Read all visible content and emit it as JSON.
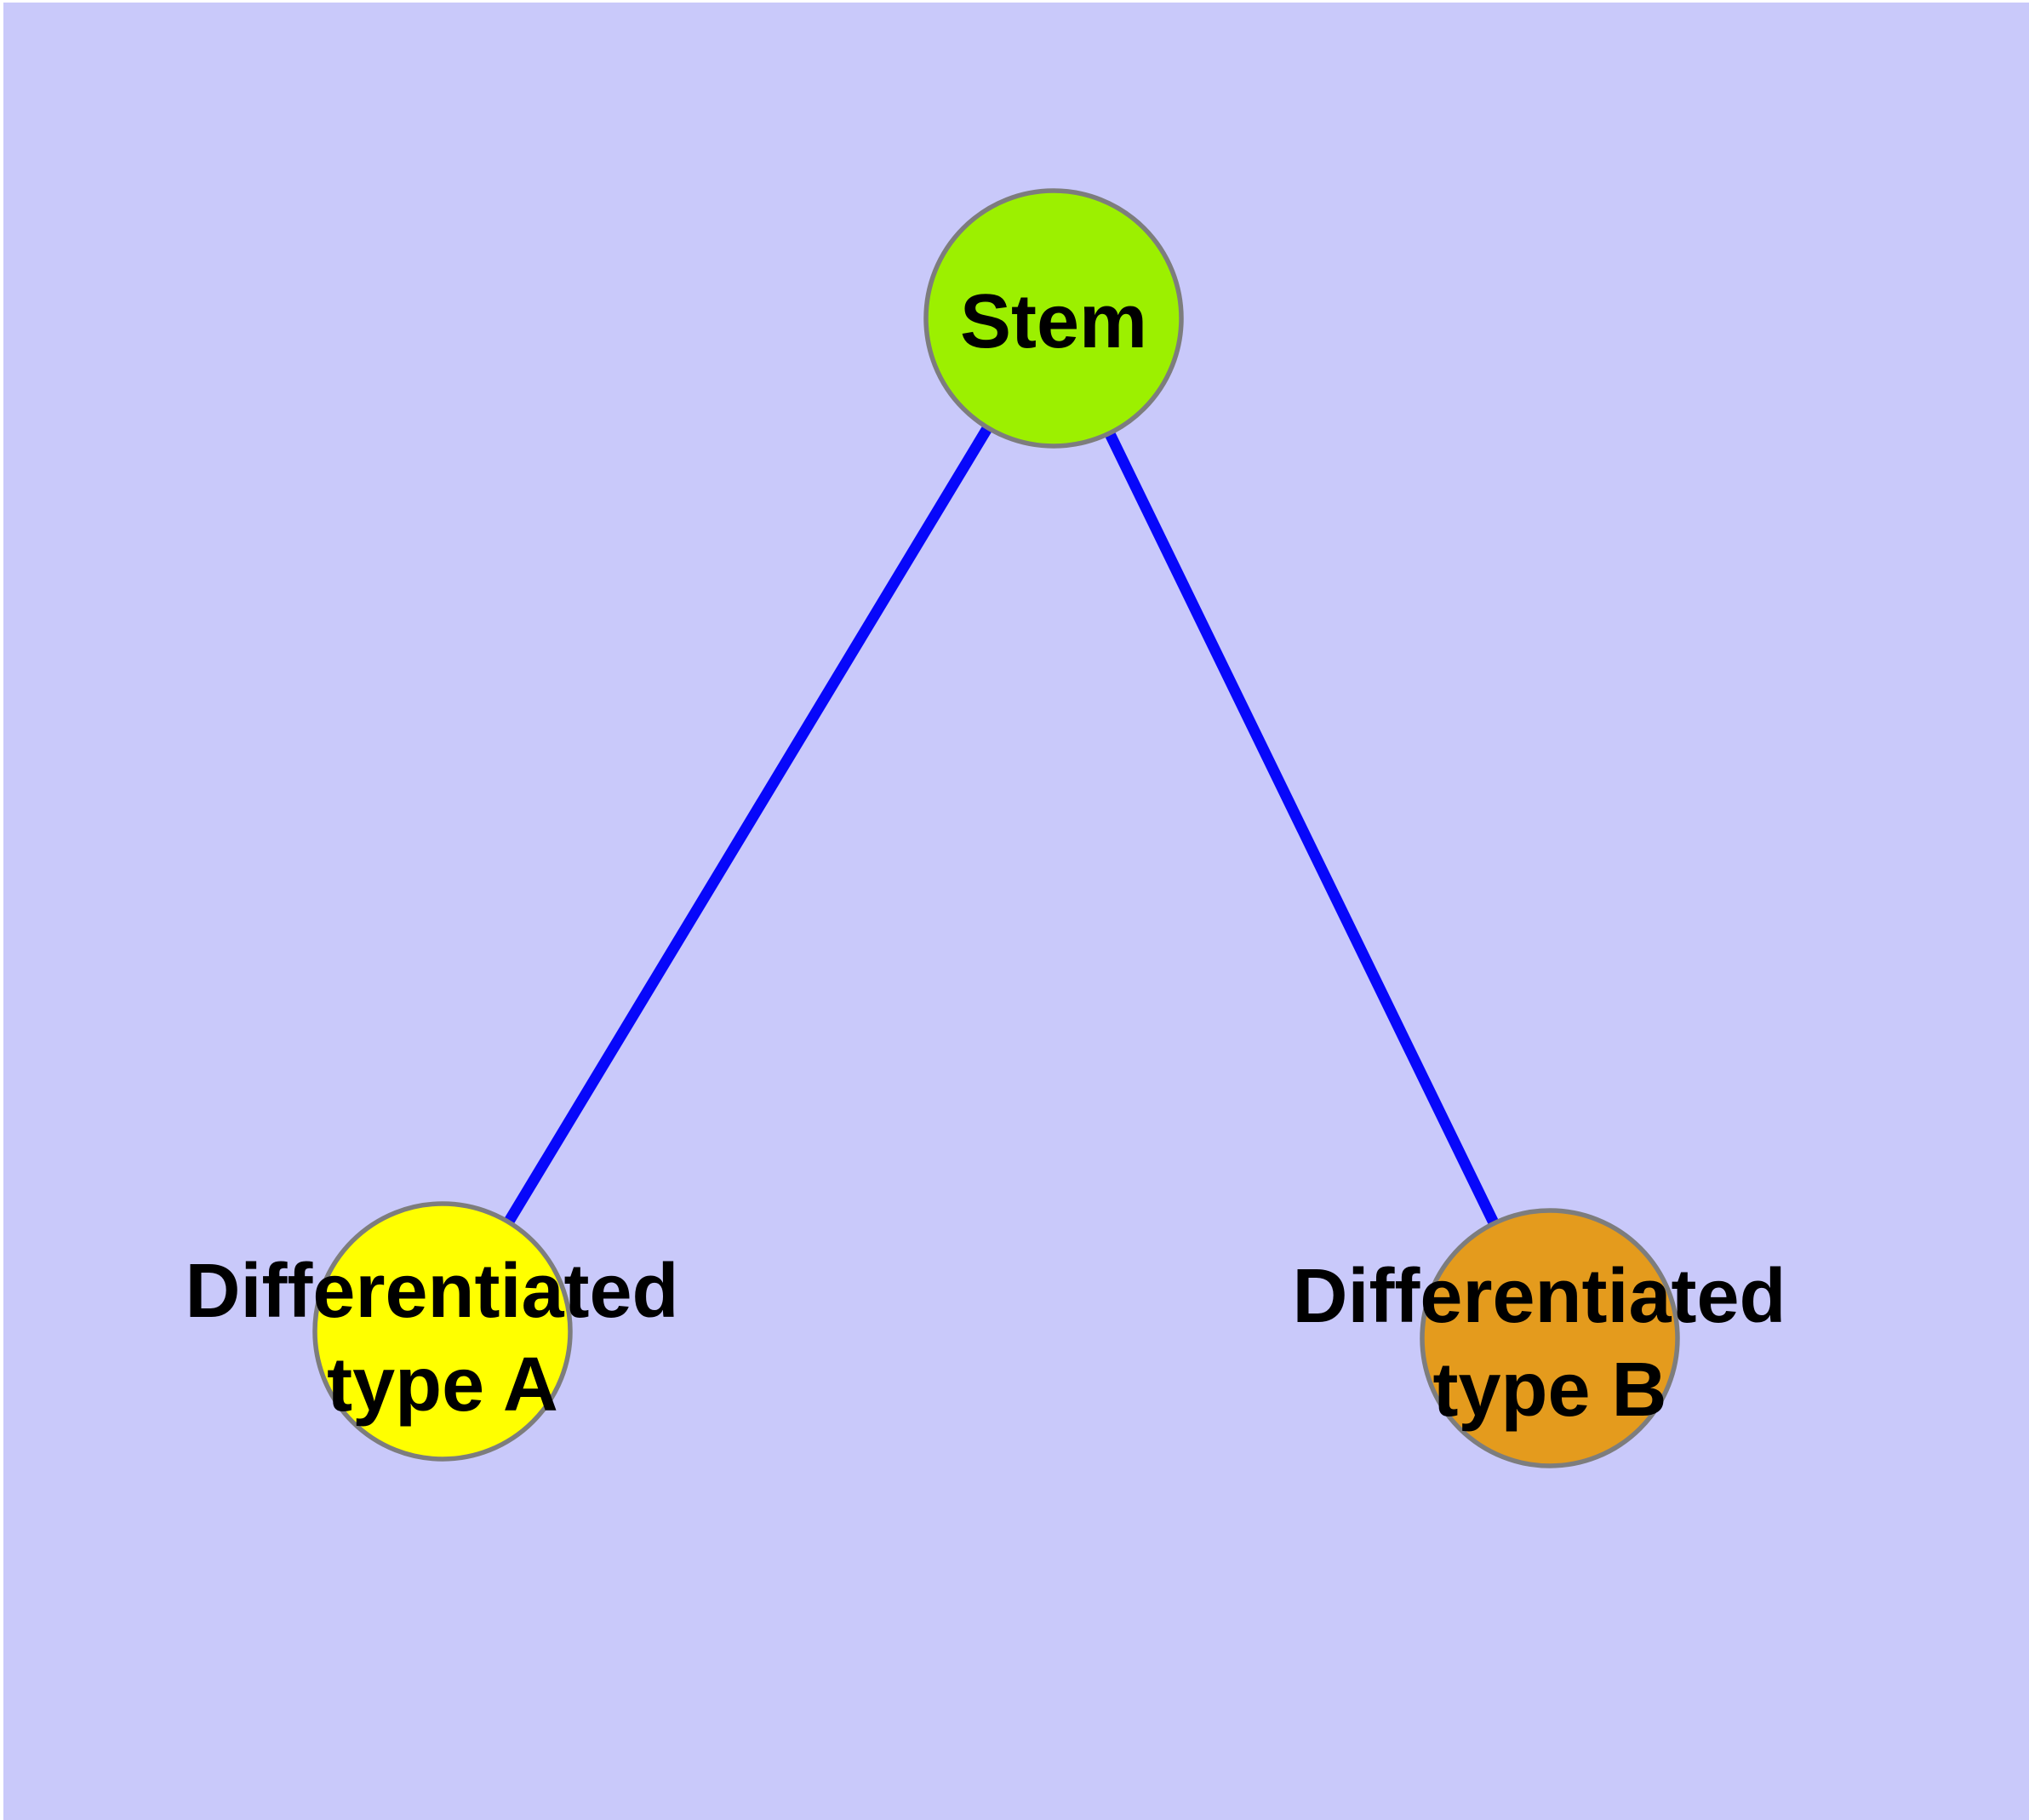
{
  "graph": {
    "type": "node-link-diagram",
    "background_color": "#c9c9fa",
    "margin_color": "#ffffff",
    "edge_color": "#0707fa",
    "node_border_color": "#7d7d7d",
    "label_color": "#000000",
    "nodes": [
      {
        "id": "stem",
        "label": "Stem",
        "fill": "#9cf000"
      },
      {
        "id": "differentiated-type-a",
        "label_line1": "Differentiated",
        "label_line2": "type A",
        "fill": "#ffff00"
      },
      {
        "id": "differentiated-type-b",
        "label_line1": "Differentiated",
        "label_line2": "type B",
        "fill": "#e49b1d"
      }
    ],
    "edges": [
      {
        "from": "Stem",
        "to": "Differentiated type A"
      },
      {
        "from": "Stem",
        "to": "Differentiated type B"
      }
    ]
  }
}
